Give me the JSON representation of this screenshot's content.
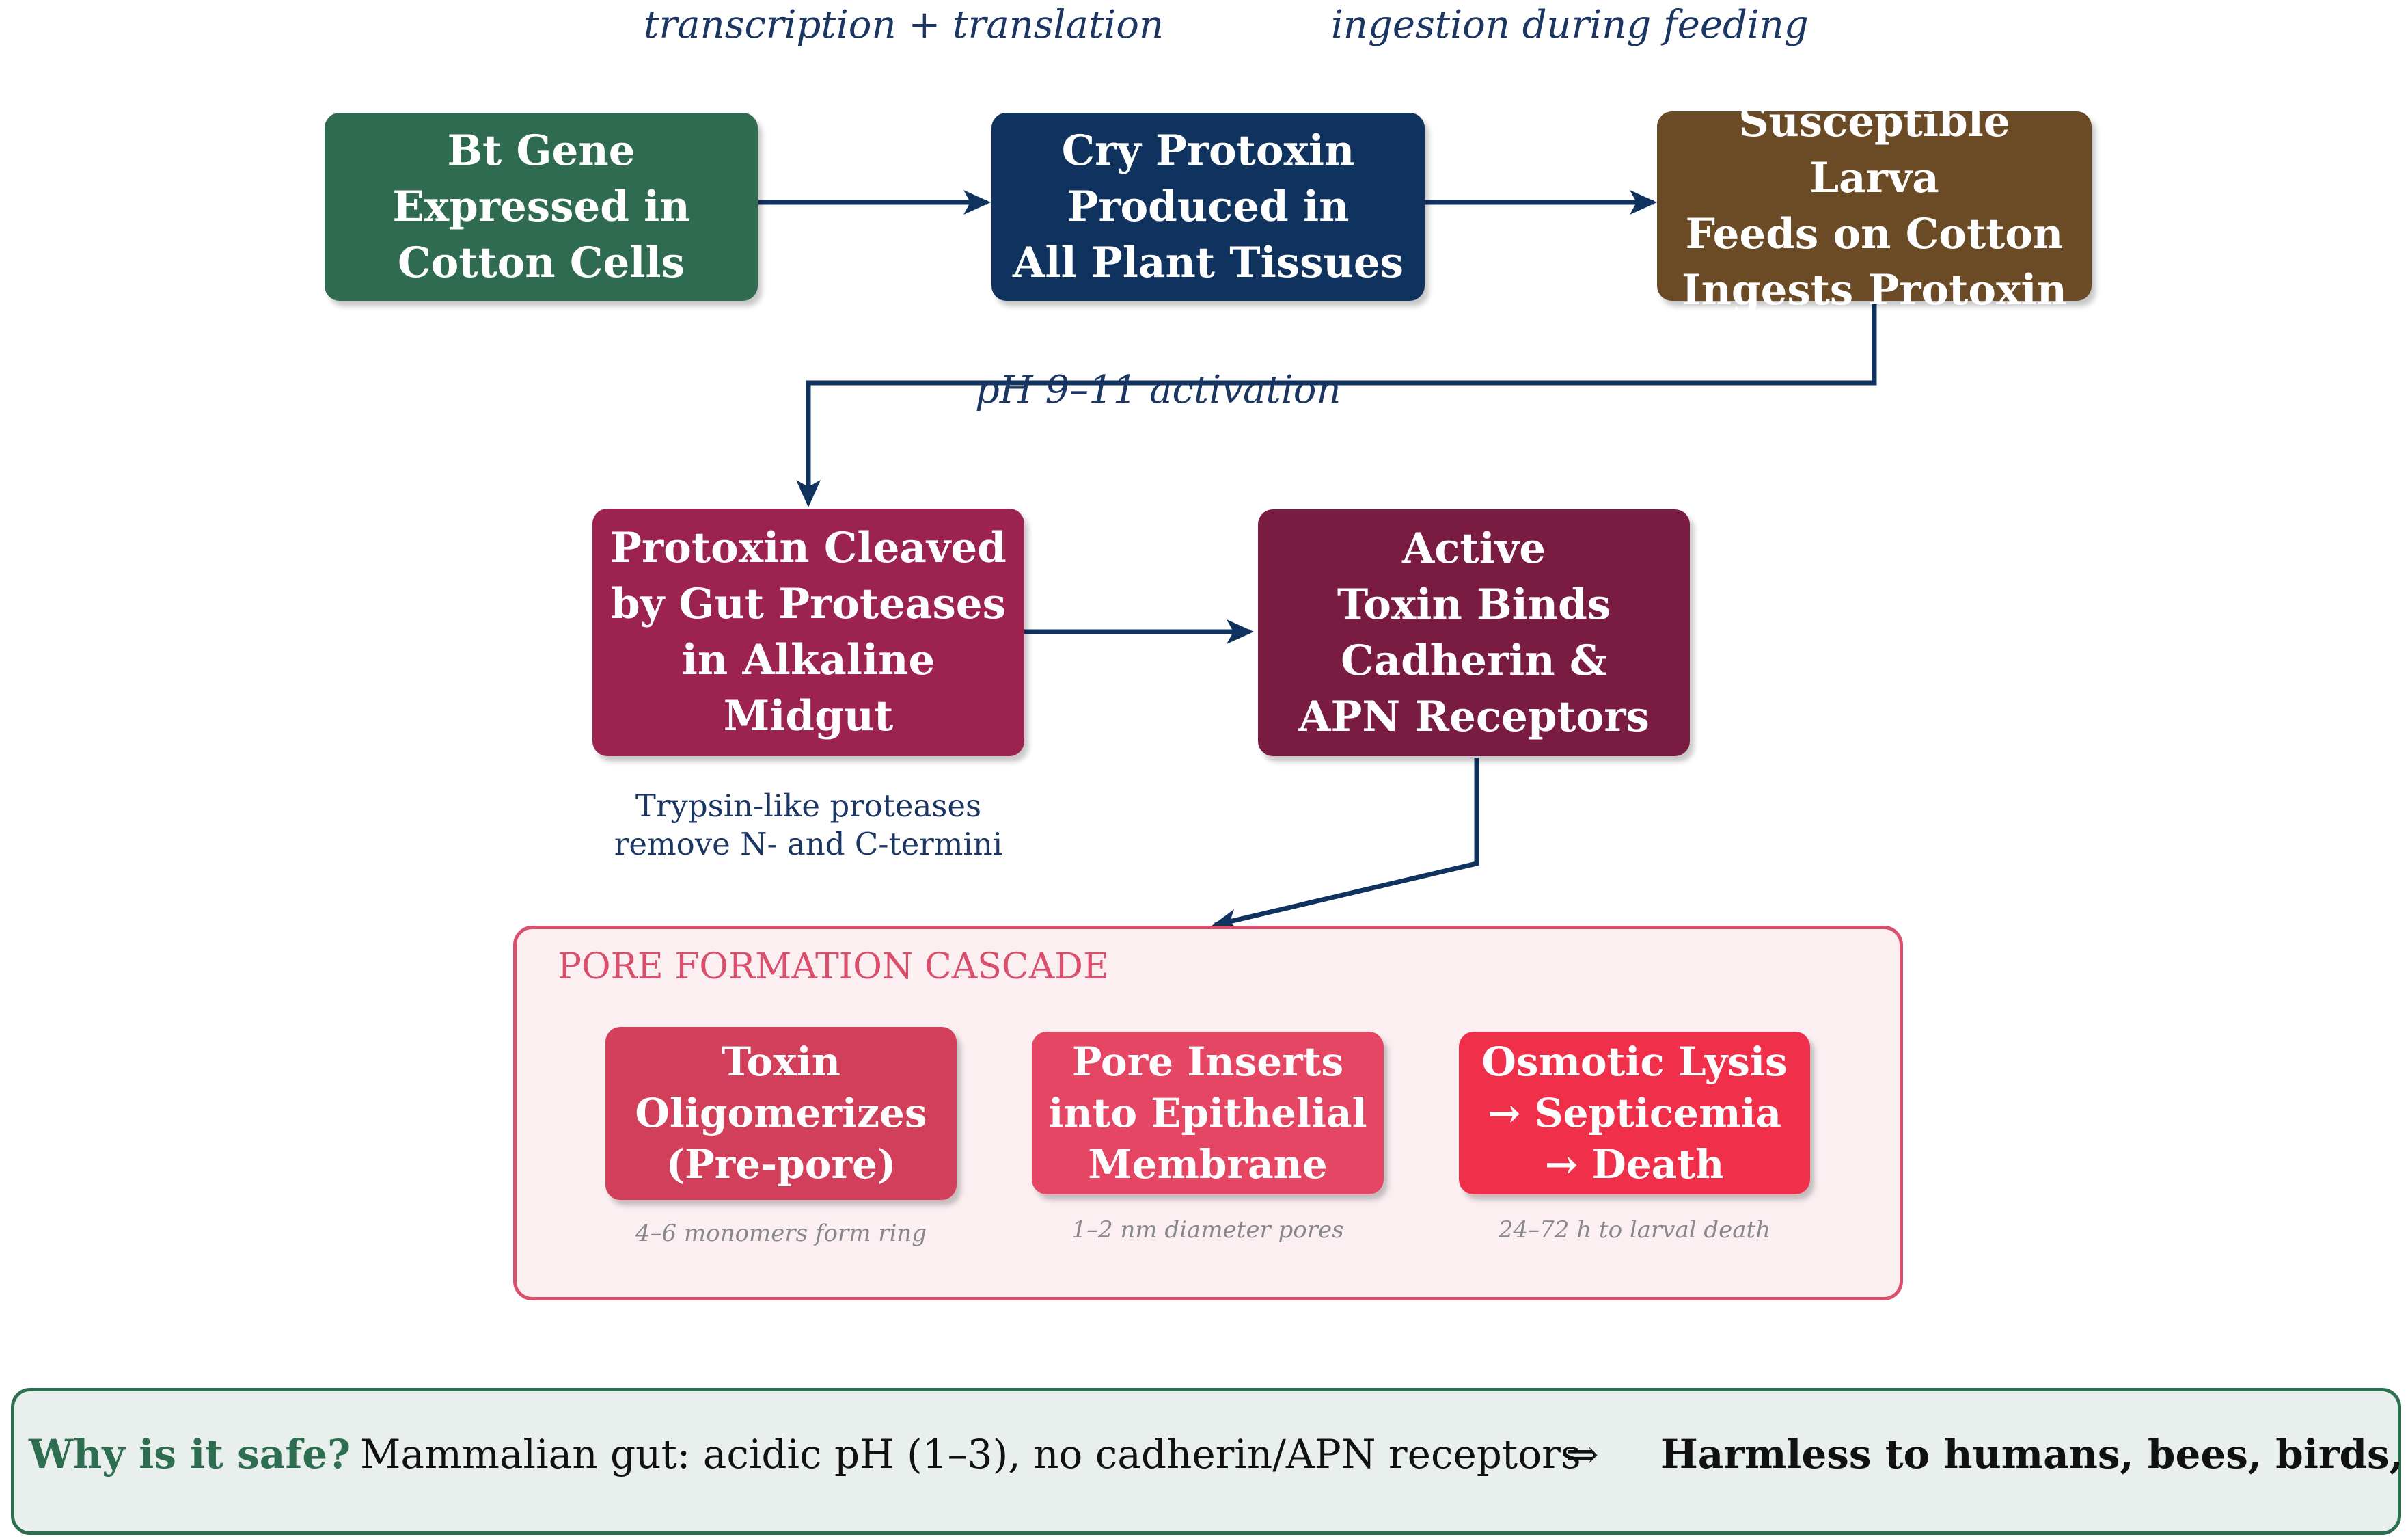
{
  "edge_labels": {
    "transcription": "transcription + translation",
    "ingestion": "ingestion during feeding",
    "activation": "pH 9–11 activation"
  },
  "nodes": {
    "bt_gene": "Bt Gene\nExpressed in\nCotton Cells",
    "cry_protoxin": "Cry Protoxin\nProduced in\nAll Plant Tissues",
    "larva": "Susceptible Larva\nFeeds on Cotton\nIngests Protoxin",
    "cleaved": "Protoxin Cleaved\nby Gut Proteases\nin Alkaline\nMidgut",
    "active": "Active\nToxin Binds\nCadherin &\nAPN Receptors"
  },
  "protease_note": "Trypsin-like proteases\nremove N- and C-termini",
  "cascade": {
    "title": "PORE FORMATION CASCADE",
    "steps": [
      {
        "label": "Toxin\nOligomerizes\n(Pre-pore)",
        "sub": "4–6 monomers form ring"
      },
      {
        "label": "Pore Inserts\ninto Epithelial\nMembrane",
        "sub": "1–2 nm diameter pores"
      },
      {
        "label": "Osmotic Lysis\n→ Septicemia\n→ Death",
        "sub": "24–72 h to larval death"
      }
    ]
  },
  "safety": {
    "question": "Why is it safe?",
    "reason": "Mammalian gut: acidic pH (1–3), no cadherin/APN receptors",
    "implies": "⇒",
    "conclusion": "Harmless to humans, bees, birds, fish"
  },
  "colors": {
    "bt_gene": "#2e6b50",
    "cry_protoxin": "#10325e",
    "larva": "#6b4a26",
    "cleaved": "#9c2250",
    "active": "#7a1c42",
    "step1": "#d23f5a",
    "step2": "#e44664",
    "step3": "#f0304a",
    "arrow_main": "#10325e",
    "arrow_cascade": "#d94f6c",
    "cascade_border": "#d94f6c",
    "cascade_bg": "#fbeff2",
    "safety_border": "#2e6e50",
    "safety_bg": "#e9efec",
    "safety_question": "#2e6e50"
  }
}
